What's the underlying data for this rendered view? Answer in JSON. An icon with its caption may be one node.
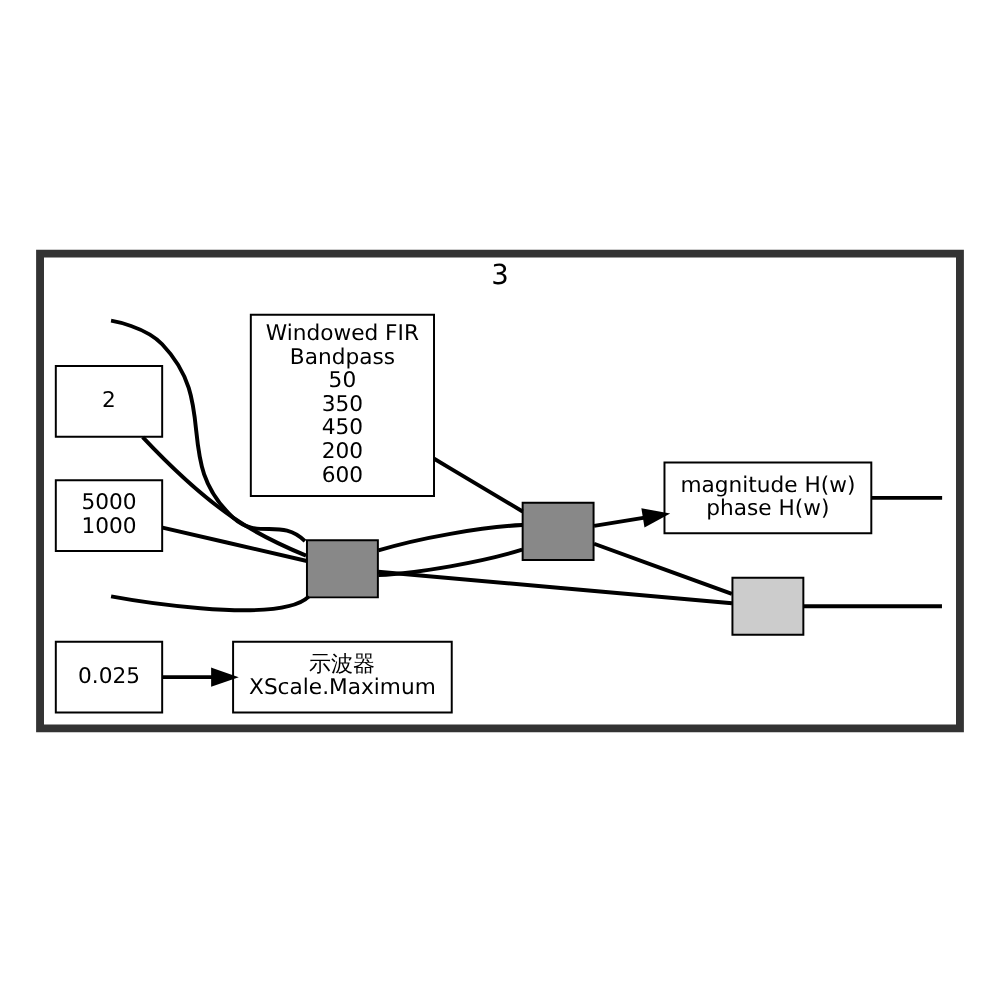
{
  "diagram": {
    "nodes": [
      {
        "text": [
          "3"
        ]
      },
      {
        "text": [
          "2"
        ],
        "in": 0
      },
      {
        "text": [],
        "shape": "box",
        "in": 0
      },
      {
        "text": [
          "5000",
          "1000"
        ],
        "in": 0
      },
      {
        "text": [],
        "shape": "box",
        "in": 0
      },
      {
        "text": [],
        "shape": "box",
        "in": 0
      },
      {
        "text": [
          "magnitude H(w)",
          "phase H(w)"
        ],
        "in": 0
      },
      {
        "text": [
          "Windowed FIR",
          "Bandpass",
          "50",
          "350",
          "450",
          "200",
          "600"
        ],
        "in": 0
      },
      {
        "text": [
          "示波器",
          "XScale.Maximum"
        ],
        "in": 0
      },
      {
        "text": [
          "0.025"
        ],
        "in": 0
      }
    ],
    "edges": [
      {
        "from": null,
        "to": 2,
        "arrow": "none"
      },
      {
        "from": null,
        "to": 2,
        "arrow": "none"
      },
      {
        "from": 1,
        "to": 2,
        "arrow": "none"
      },
      {
        "from": 3,
        "to": 2,
        "arrow": "none"
      },
      {
        "from": 2,
        "to": 5,
        "arrow": "none"
      },
      {
        "from": 2,
        "to": 4,
        "arrow": "none"
      },
      {
        "from": 2,
        "to": 4,
        "arrow": "none"
      },
      {
        "from": 4,
        "to": 5,
        "arrow": "none"
      },
      {
        "from": 4,
        "to": 6,
        "arrow": "to"
      },
      {
        "from": 5,
        "to": null,
        "arrow": "none"
      },
      {
        "from": 6,
        "to": null,
        "arrow": "none"
      },
      {
        "from": 7,
        "to": 4,
        "arrow": "none"
      },
      {
        "from": 9,
        "to": 8,
        "arrow": "to"
      }
    ]
  }
}
